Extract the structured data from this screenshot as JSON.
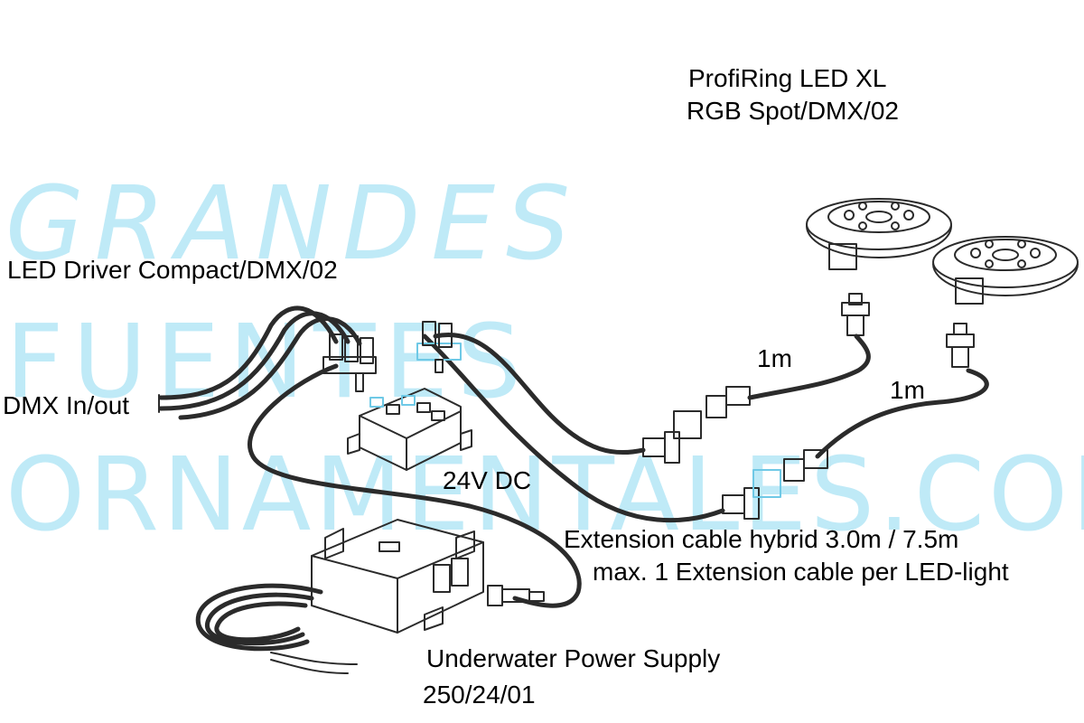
{
  "colors": {
    "line": "#2b2b2b",
    "watermark": "#bfeaf7",
    "accent": "#6fc9e6"
  },
  "watermark": {
    "line1": "GRANDES",
    "line2": "FUENTES",
    "line3": "ORNAMENTALES.COM"
  },
  "labels": {
    "light_name_1": "ProfiRing  LED XL",
    "light_name_2": "RGB  Spot/DMX/02",
    "driver": "LED Driver Compact/DMX/02",
    "dmx": "DMX In/out",
    "dc": "24V DC",
    "cable_len_1": "1m",
    "cable_len_2": "1m",
    "extension_1": "Extension cable hybrid 3.0m / 7.5m",
    "extension_2": "max. 1 Extension cable per LED-light",
    "psu_1": "Underwater Power Supply",
    "psu_2": "250/24/01"
  }
}
